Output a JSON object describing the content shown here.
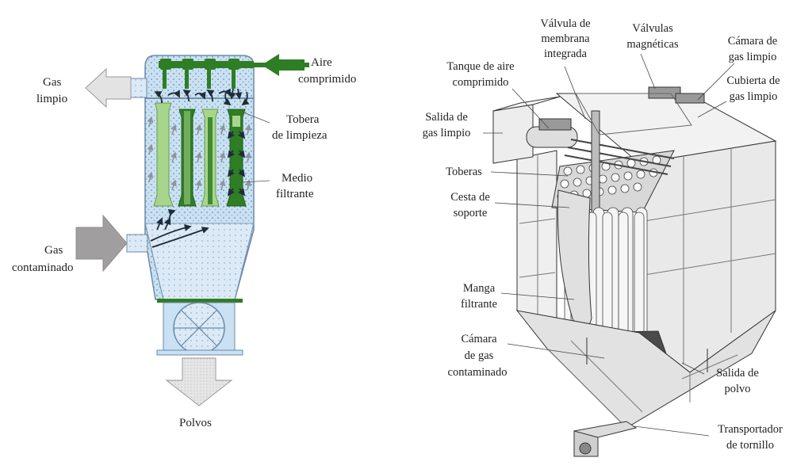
{
  "left_diagram": {
    "labels": {
      "aire_1": "Aire",
      "aire_2": "comprimido",
      "gas_limpio_1": "Gas",
      "gas_limpio_2": "limpio",
      "tobera_1": "Tobera",
      "tobera_2": "de limpieza",
      "medio_1": "Medio",
      "medio_2": "filtrante",
      "gas_cont_1": "Gas",
      "gas_cont_2": "contaminado",
      "polvos": "Polvos"
    },
    "colors": {
      "dark_green": "#2f7d24",
      "light_green": "#a8d58c",
      "body_blue": "#c5dff0",
      "arrow_grey": "#a09e9e"
    }
  },
  "right_diagram": {
    "labels": {
      "valvula_membrana_1": "Válvula de",
      "valvula_membrana_2": "membrana",
      "valvula_membrana_3": "integrada",
      "valvulas_mag_1": "Válvulas",
      "valvulas_mag_2": "magnéticas",
      "camara_limpio_1": "Cámara de",
      "camara_limpio_2": "gas limpio",
      "tanque_1": "Tanque de aire",
      "tanque_2": "comprimido",
      "cubierta_1": "Cubierta de",
      "cubierta_2": "gas limpio",
      "salida_gas_1": "Salida de",
      "salida_gas_2": "gas limpio",
      "toberas": "Toberas",
      "cesta_1": "Cesta de",
      "cesta_2": "soporte",
      "manga_1": "Manga",
      "manga_2": "filtrante",
      "camara_cont_1": "Cámara",
      "camara_cont_2": "de gas",
      "camara_cont_3": "contaminado",
      "salida_polvo_1": "Salida de",
      "salida_polvo_2": "polvo",
      "transportador_1": "Transportador",
      "transportador_2": "de tornillo"
    }
  }
}
